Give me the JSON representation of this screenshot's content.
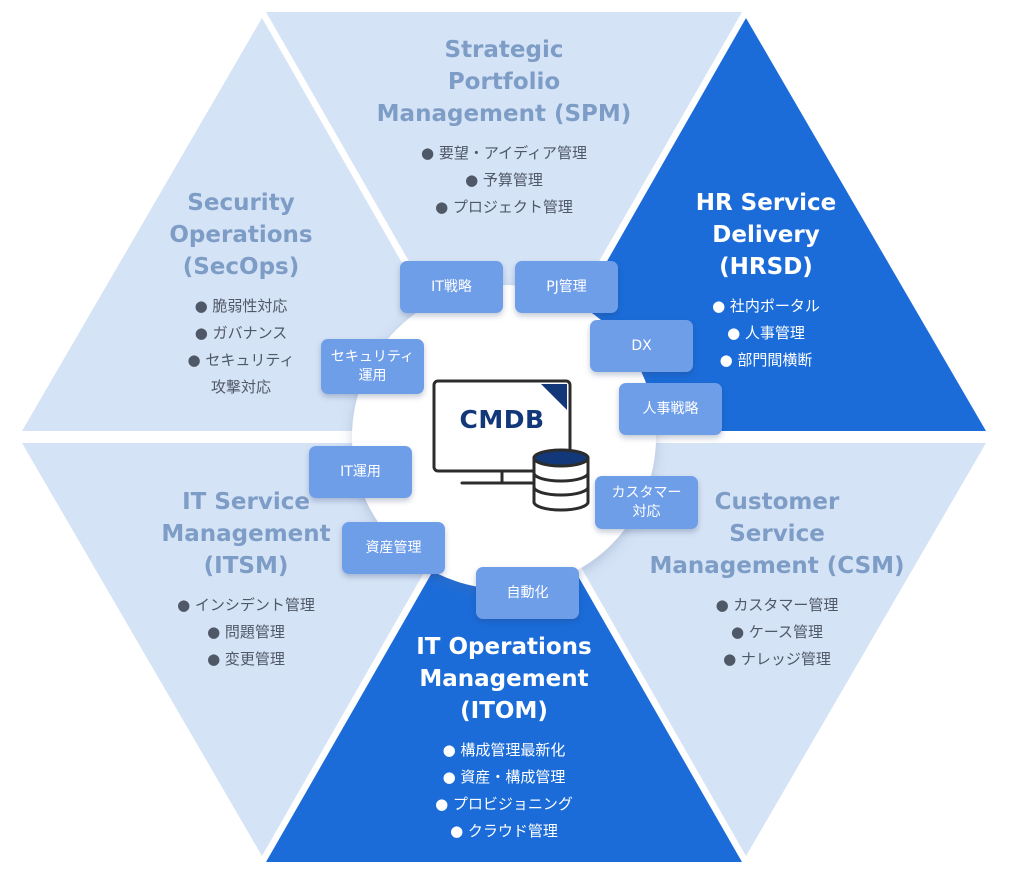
{
  "center": {
    "label": "CMDB",
    "icons": [
      "monitor-icon",
      "database-icon"
    ]
  },
  "segments": {
    "spm": {
      "title_lines": [
        "Strategic",
        "Portfolio",
        "Management (SPM)"
      ],
      "items": [
        "● 要望・アイディア管理",
        "● 予算管理",
        "● プロジェクト管理"
      ]
    },
    "hrsd": {
      "title_lines": [
        "HR Service",
        "Delivery",
        "(HRSD)"
      ],
      "items": [
        "● 社内ポータル",
        "● 人事管理",
        "● 部門間横断"
      ]
    },
    "csm": {
      "title_lines": [
        "Customer",
        "Service",
        "Management (CSM)"
      ],
      "items": [
        "● カスタマー管理",
        "● ケース管理",
        "● ナレッジ管理"
      ]
    },
    "itom": {
      "title_lines": [
        "IT Operations",
        "Management",
        "(ITOM)"
      ],
      "items": [
        "● 構成管理最新化",
        "● 資産・構成管理",
        "● プロビジョニング",
        "● クラウド管理"
      ]
    },
    "itsm": {
      "title_lines": [
        "IT Service",
        "Management",
        "(ITSM)"
      ],
      "items": [
        "● インシデント管理",
        "● 問題管理",
        "● 変更管理"
      ]
    },
    "secops": {
      "title_lines": [
        "Security",
        "Operations",
        "(SecOps)"
      ],
      "items": [
        "● 脆弱性対応",
        "● ガバナンス",
        "● セキュリティ",
        "攻撃対応"
      ]
    }
  },
  "pills": {
    "it_strategy": "IT戦略",
    "pj_management": "PJ管理",
    "dx": "DX",
    "hr_strategy": "人事戦略",
    "customer_support": "カスタマー\n対応",
    "automation": "自動化",
    "asset_management": "資産管理",
    "it_operation": "IT運用",
    "security_operation": "セキュリティ\n運用"
  },
  "colors": {
    "light_segment": "#d5e3f6",
    "dark_segment": "#1b6cd9",
    "light_title": "#7e9dc6",
    "pill": "#6f9ee9",
    "cmdb_text": "#13387a"
  }
}
